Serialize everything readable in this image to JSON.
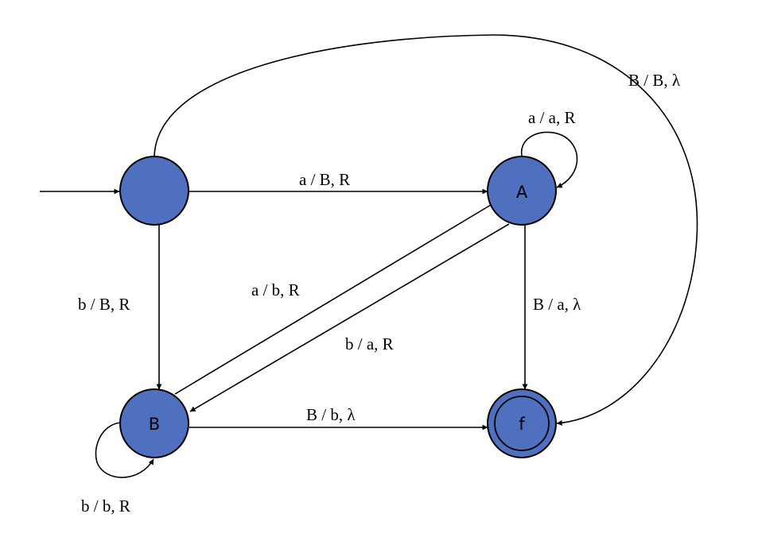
{
  "diagram": {
    "type": "turing-machine-state-diagram",
    "colors": {
      "state_fill": "#4f6fbf",
      "stroke": "#000000",
      "background": "#ffffff"
    },
    "states": [
      {
        "id": "start",
        "label": "",
        "initial": true,
        "accepting": false
      },
      {
        "id": "A",
        "label": "A",
        "initial": false,
        "accepting": false
      },
      {
        "id": "B",
        "label": "B",
        "initial": false,
        "accepting": false
      },
      {
        "id": "f",
        "label": "f",
        "initial": false,
        "accepting": true
      }
    ],
    "transitions": [
      {
        "from": "start",
        "to": "A",
        "label": "a / B, R"
      },
      {
        "from": "start",
        "to": "B",
        "label": "b / B, R"
      },
      {
        "from": "start",
        "to": "f",
        "label": "B / B, λ"
      },
      {
        "from": "A",
        "to": "A",
        "label": "a / a, R"
      },
      {
        "from": "A",
        "to": "B",
        "label": "b / a, R"
      },
      {
        "from": "B",
        "to": "A",
        "label": "a / b, R"
      },
      {
        "from": "A",
        "to": "f",
        "label": "B / a, λ"
      },
      {
        "from": "B",
        "to": "B",
        "label": "b / b, R"
      },
      {
        "from": "B",
        "to": "f",
        "label": "B / b, λ"
      }
    ]
  }
}
